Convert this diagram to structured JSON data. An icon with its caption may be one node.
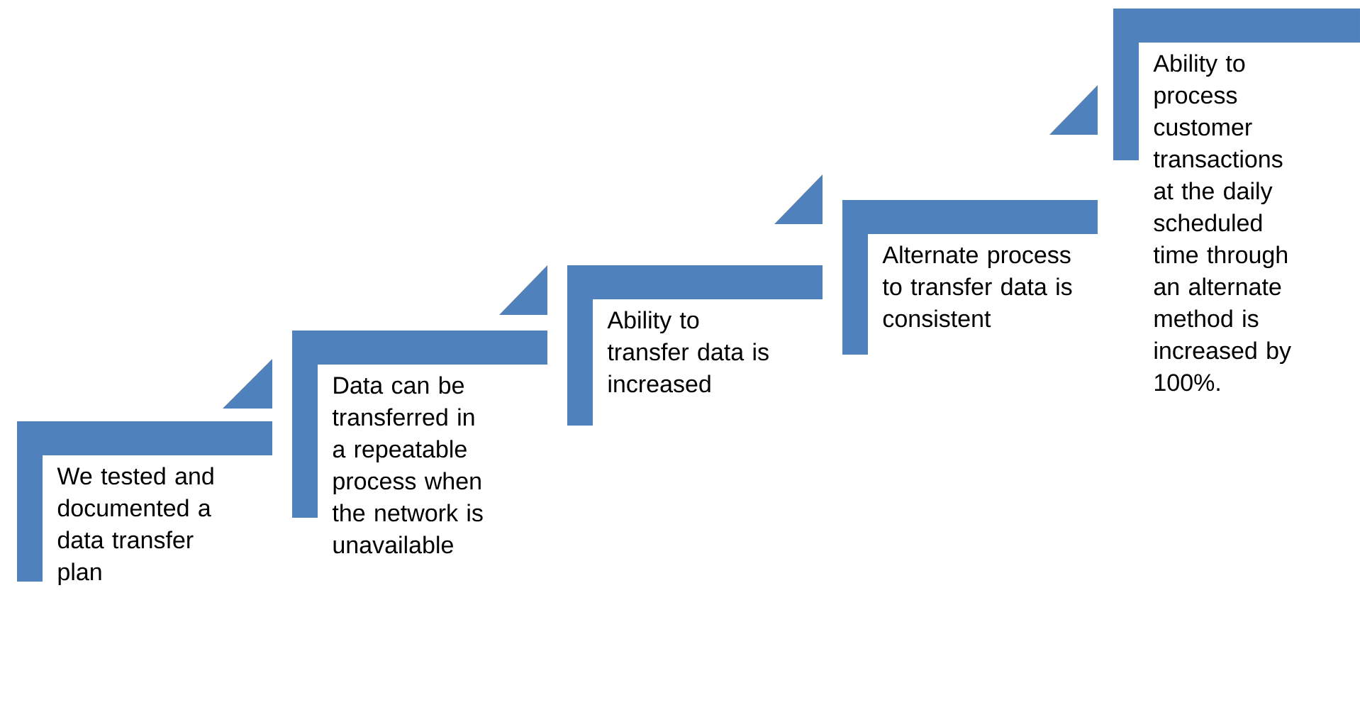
{
  "diagram": {
    "nodes": [
      {
        "text": [
          "We tested and documented a data transfer plan"
        ]
      },
      {
        "text": [
          "Data can be transferred in a repeatable process when the network is unavailable"
        ]
      },
      {
        "text": [
          "Ability to transfer data is increased"
        ]
      },
      {
        "text": [
          "Alternate process  to transfer data is consistent"
        ]
      },
      {
        "text": [
          "Ability to process customer transactions at the daily scheduled time through an alternate method is increased by 100%."
        ]
      }
    ]
  }
}
